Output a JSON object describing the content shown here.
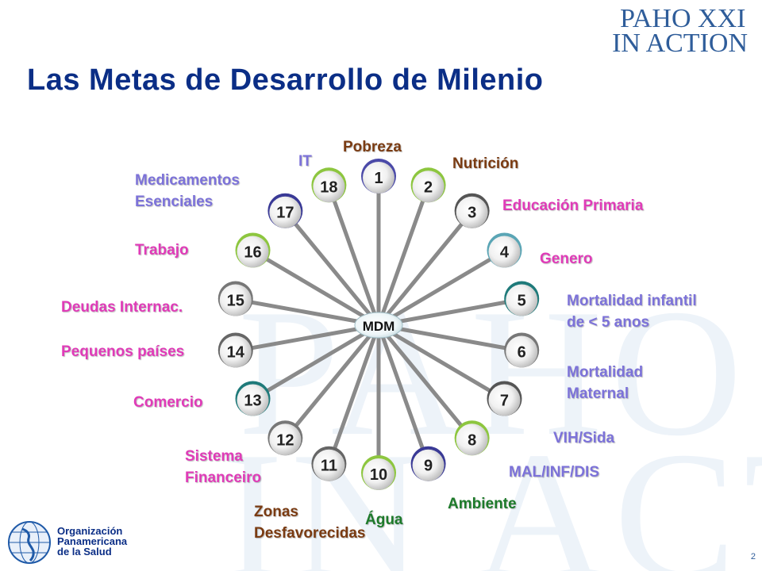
{
  "branding": {
    "top_logo_line1": "PAHO XXI",
    "top_logo_line2": "IN ACTION",
    "watermark_line1": "PAHO XXI",
    "watermark_line2": "IN ACTION",
    "org_line1": "Organización",
    "org_line2": "Panamericana",
    "org_line3": "de la Salud"
  },
  "slide": {
    "title": "Las Metas de Desarrollo de Milenio",
    "page_number": "2"
  },
  "diagram": {
    "center_label": "MDM",
    "nodes": [
      {
        "num": "1",
        "color": "#4b4aa8"
      },
      {
        "num": "2",
        "color": "#8dc63f"
      },
      {
        "num": "3",
        "color": "#555555"
      },
      {
        "num": "4",
        "color": "#5aa5b5"
      },
      {
        "num": "5",
        "color": "#1f7a7a"
      },
      {
        "num": "6",
        "color": "#777777"
      },
      {
        "num": "7",
        "color": "#555555"
      },
      {
        "num": "8",
        "color": "#8dc63f"
      },
      {
        "num": "9",
        "color": "#3a3a96"
      },
      {
        "num": "10",
        "color": "#8dc63f"
      },
      {
        "num": "11",
        "color": "#666666"
      },
      {
        "num": "12",
        "color": "#777777"
      },
      {
        "num": "13",
        "color": "#1f7a7a"
      },
      {
        "num": "14",
        "color": "#666666"
      },
      {
        "num": "15",
        "color": "#777777"
      },
      {
        "num": "16",
        "color": "#8dc63f"
      },
      {
        "num": "17",
        "color": "#3a3a96"
      },
      {
        "num": "18",
        "color": "#8dc63f"
      }
    ],
    "labels": {
      "pobreza": "Pobreza",
      "nutricion": "Nutrición",
      "educacion": "Educación Primaria",
      "genero": "Genero",
      "mort_infantil_1": "Mortalidad infantil",
      "mort_infantil_2": "de < 5 anos",
      "mort_maternal_1": "Mortalidad",
      "mort_maternal_2": "Maternal",
      "vih": "VIH/Sida",
      "mal": "MAL/INF/DIS",
      "ambiente": "Ambiente",
      "agua": "Água",
      "zonas_1": "Zonas",
      "zonas_2": "Desfavorecidas",
      "sistema_1": "Sistema",
      "sistema_2": "Financeiro",
      "comercio": "Comercio",
      "pequenos": "Pequenos países",
      "deudas": "Deudas Internac.",
      "trabajo": "Trabajo",
      "medicamentos_1": "Medicamentos",
      "medicamentos_2": "Esenciales",
      "it": "IT"
    }
  },
  "colors": {
    "title": "#0b2e86",
    "label_brown": "#7a3b12",
    "label_purple": "#7c72d9",
    "label_pink": "#e03bb8",
    "label_green": "#1d7a2a",
    "spoke": "#8a8a8a"
  }
}
